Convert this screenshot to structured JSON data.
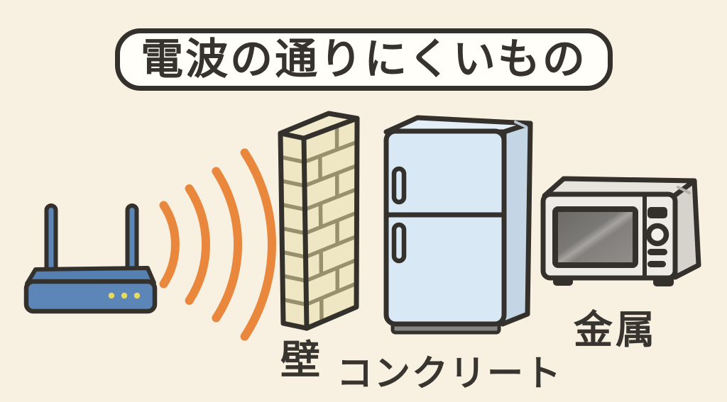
{
  "title": {
    "text": "電波の通りにくいもの"
  },
  "labels": {
    "wall": "壁",
    "concrete": "コンクリート",
    "metal": "金属"
  },
  "icons": [
    "wifi-router-icon",
    "radio-waves-icon",
    "brick-wall-icon",
    "refrigerator-icon",
    "microwave-oven-icon"
  ],
  "colors": {
    "background": "#f8f0e0",
    "outline": "#34302b",
    "banner_fill": "#fffef9",
    "text": "#36322d",
    "wave_orange": "#e9873d",
    "router_blue": "#5c85b8",
    "router_top_blue": "#567fb2",
    "led_yellow": "#e6da5f",
    "wall_cream": "#efe6c3",
    "wall_top_cream": "#f3ebcd",
    "mortar_olive": "#97906e",
    "fridge_front_blue": "#d8e8f4",
    "fridge_side_blue": "#c4d6e6",
    "fridge_top_blue": "#e4eef8",
    "fridge_base_gray": "#858583",
    "microwave_front_gray": "#edebe5",
    "microwave_side_gray": "#d6d3cd",
    "microwave_top_gray": "#e7e4de",
    "window_dark_gray": "#6f6d6a"
  }
}
